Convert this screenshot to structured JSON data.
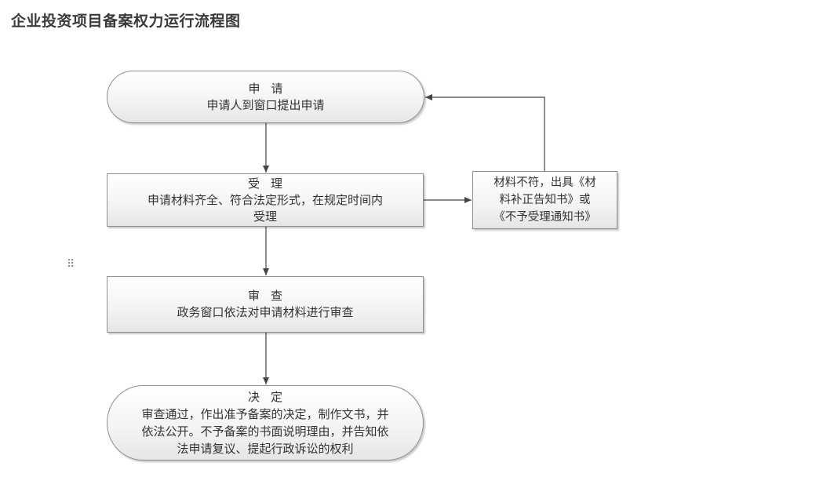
{
  "page": {
    "title": "企业投资项目备案权力运行流程图",
    "drag_handle_glyph": "⠿"
  },
  "flow": {
    "apply": {
      "head": "申请",
      "lines": [
        "申请人到窗口提出申请"
      ]
    },
    "accept": {
      "head": "受理",
      "lines": [
        "申请材料齐全、符合法定形式，在规定时间内",
        "受理"
      ]
    },
    "reject": {
      "lines": [
        "材料不符，出具《材",
        "料补正告知书》或",
        "《不予受理通知书》"
      ]
    },
    "review": {
      "head": "审查",
      "lines": [
        "政务窗口依法对申请材料进行审查"
      ]
    },
    "decide": {
      "head": "决定",
      "lines": [
        "审查通过，作出准予备案的决定，制作文书，并",
        "依法公开。不予备案的书面说明理由，并告知依",
        "法申请复议、提起行政诉讼的权利"
      ]
    }
  },
  "colors": {
    "line": "#444444",
    "box_border": "#8f8f8f"
  }
}
